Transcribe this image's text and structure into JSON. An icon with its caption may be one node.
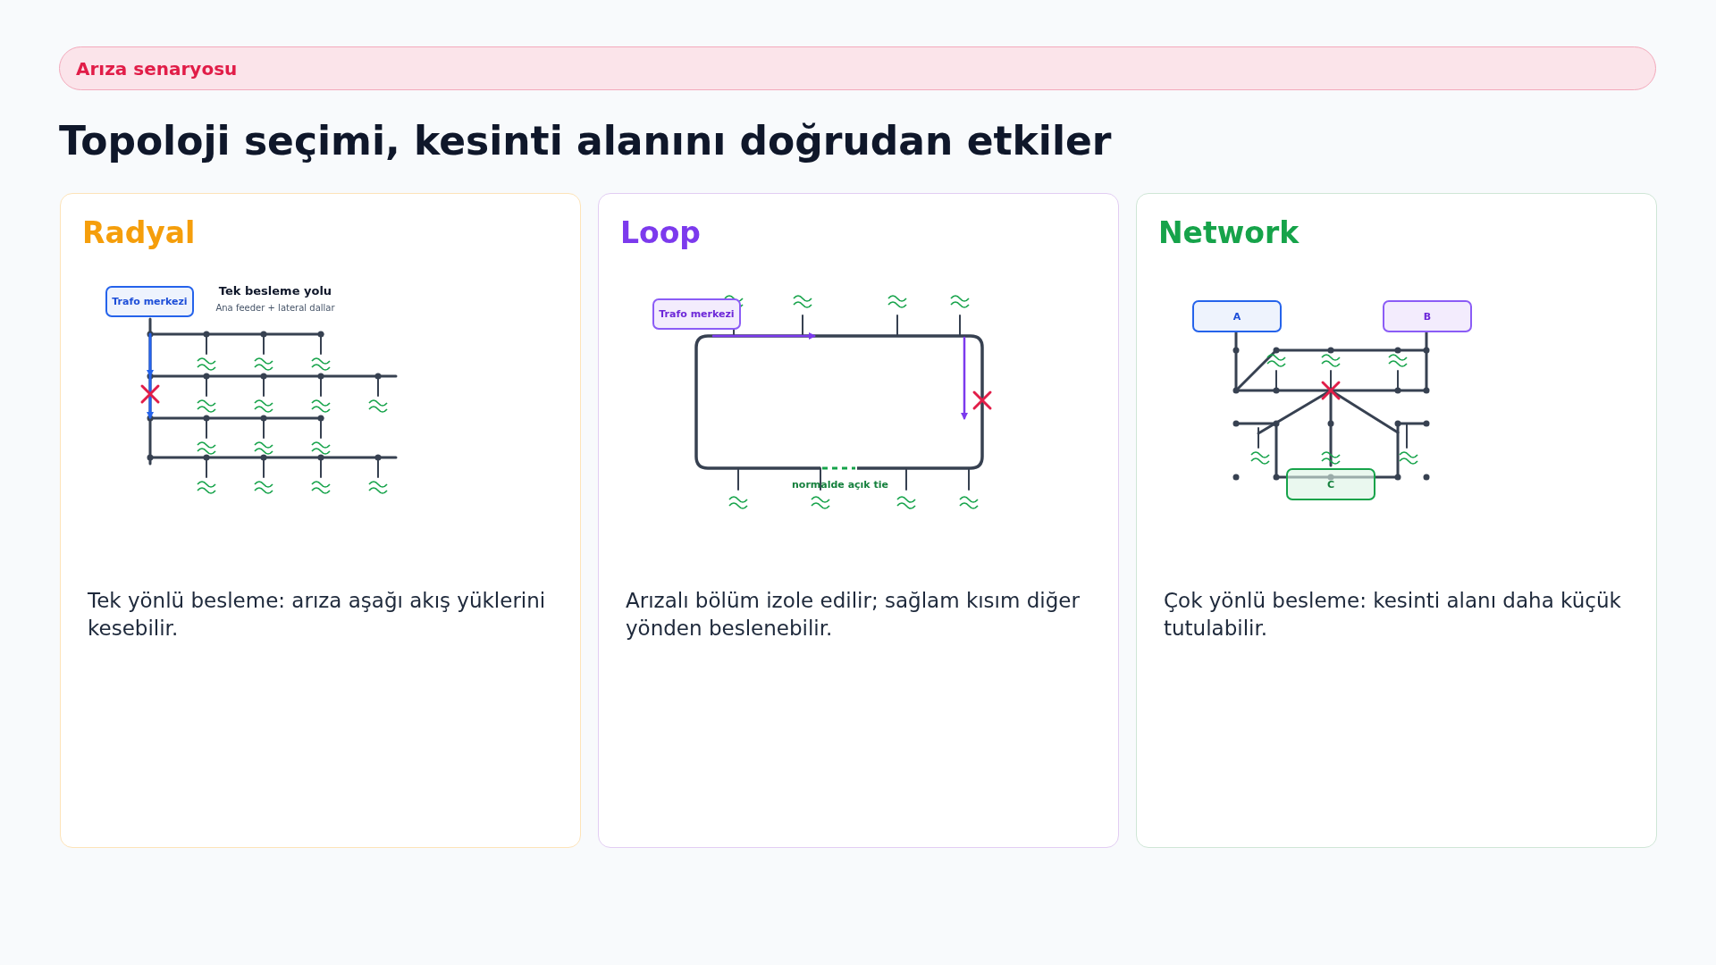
{
  "diagram": {
    "title": "Topoloji seçimi, kesinti alanını doğrudan etkiler",
    "nodes": [
      {
        "text": [
          "Arıza senaryosu"
        ]
      },
      {
        "text": [
          "Radyal",
          "Tek yönlü besleme: arıza aşağı akış yüklerini kesebilir."
        ]
      },
      {
        "text": [
          "Trafo merkezi"
        ],
        "in": 1
      },
      {
        "text": [
          "Loop",
          "Arızalı bölüm izole edilir; sağlam kısım diğer yönden beslenebilir."
        ]
      },
      {
        "text": [
          "Trafo merkezi"
        ],
        "in": 3
      },
      {
        "text": [
          "Network",
          "Çok yönlü besleme: kesinti alanı daha küçük tutulabilir."
        ]
      },
      {
        "text": [
          "A"
        ],
        "in": 5
      },
      {
        "text": [
          "B"
        ],
        "in": 5
      },
      {
        "text": [
          "C"
        ],
        "in": 5
      }
    ],
    "labels": [
      "Tek besleme yolu",
      "Ana feeder + lateral dallar",
      "normalde açık tie"
    ]
  }
}
